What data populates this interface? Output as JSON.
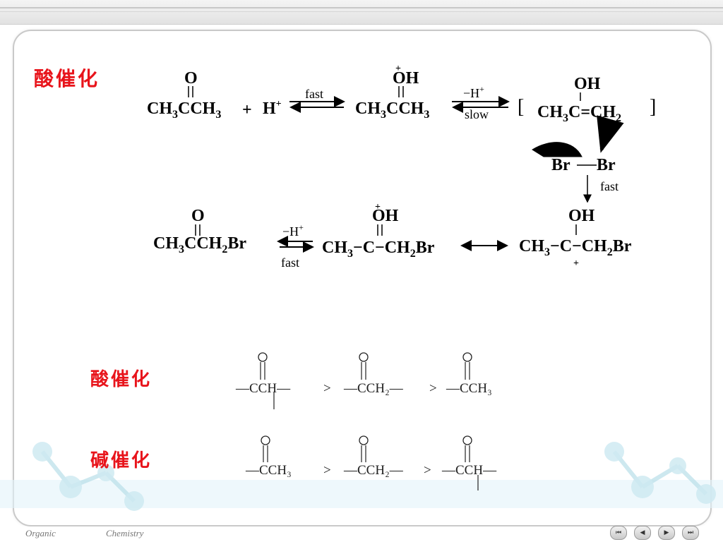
{
  "footer": {
    "left": "Organic",
    "right": "Chemistry"
  },
  "nav": {
    "first": "⏮",
    "prev": "◀",
    "next": "▶",
    "last": "⏭"
  },
  "labels": {
    "acid1": "酸催化",
    "acid2": "酸催化",
    "base": "碱催化"
  },
  "scheme": {
    "o": "O",
    "oh": "OH",
    "plus": "+",
    "ch3": "CH",
    "sub3": "3",
    "sub2": "2",
    "cch3": "CCH",
    "h": "H",
    "fast": "fast",
    "slow": "slow",
    "minus_h": "−H",
    "lbracket": "[",
    "rbracket": "]",
    "c_eq_ch": "C=CH",
    "br": "Br",
    "cch2br": "CCH",
    "c": "C",
    "ch2br": "CH",
    "dash": "−"
  },
  "order": {
    "gt": ">",
    "acid": [
      "—CCH—",
      "—CCH₂—",
      "—CCH₃"
    ],
    "base": [
      "—CCH₃",
      "—CCH₂—",
      "—CCH—"
    ]
  }
}
